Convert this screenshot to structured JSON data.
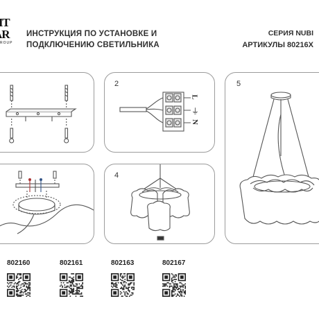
{
  "brand": {
    "line1": "HT",
    "line2": "AR",
    "line3": "ROUP"
  },
  "header": {
    "title_line1": "ИНСТРУКЦИЯ ПО УСТАНОВКЕ И",
    "title_line2": "ПОДКЛЮЧЕНИЮ СВЕТИЛЬНИКА",
    "series": "СЕРИЯ NUBI",
    "articles": "АРТИКУЛЫ 80216Х"
  },
  "steps": [
    {
      "number": ""
    },
    {
      "number": "2",
      "wire_labels": [
        "L",
        "⏚",
        "N"
      ]
    },
    {
      "number": ""
    },
    {
      "number": "4"
    },
    {
      "number": "5"
    }
  ],
  "article_codes": [
    "802160",
    "802161",
    "802163",
    "802167"
  ],
  "colors": {
    "panel_border": "#9b9b9b",
    "line": "#555555",
    "text": "#2a2a2a"
  }
}
